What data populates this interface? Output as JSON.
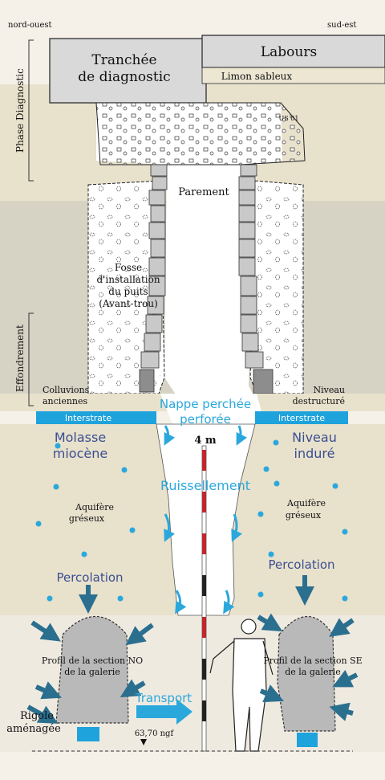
{
  "orientation": {
    "left": "nord-ouest",
    "right": "sud-est"
  },
  "phases": {
    "diagnostic": "Phase Diagnostic",
    "effondrement": "Effondrement"
  },
  "labels": {
    "tranchee_1": "Tranchée",
    "tranchee_2": "de diagnostic",
    "labours": "Labours",
    "limon": "Limon sableux",
    "us01": "US 01",
    "parement": "Parement",
    "fosse_1": "Fosse",
    "fosse_2": "d'installation",
    "fosse_3": "du puits",
    "fosse_4": "(Avant-trou)",
    "colluvions_1": "Colluvions",
    "colluvions_2": "anciennes",
    "niveau_destr_1": "Niveau",
    "niveau_destr_2": "destructuré",
    "interstrate_left": "Interstrate",
    "interstrate_right": "Interstrate",
    "nappe_1": "Nappe perchée",
    "nappe_2": "perforée",
    "scale": "4 m",
    "molasse_1": "Molasse",
    "molasse_2": "miocène",
    "niveau_indure_1": "Niveau",
    "niveau_indure_2": "induré",
    "ruissellement": "Ruissellement",
    "aquifere_l1": "Aquifère",
    "aquifere_l2": "gréseux",
    "aquifere_r1": "Aquifère",
    "aquifere_r2": "gréseux",
    "percolation_left": "Percolation",
    "percolation_right": "Percolation",
    "profil_no_1": "Profil de la section NO",
    "profil_no_2": "de la galerie",
    "profil_se_1": "Profil de la section SE",
    "profil_se_2": "de la galerie",
    "transport": "Transport",
    "rigole_1": "Rigole",
    "rigole_2": "aménagée",
    "altitude": "63,70 ngf"
  },
  "colors": {
    "background": "#f5f0e8",
    "layer_beige": "#e8e1cc",
    "layer_grey": "#d6d2c4",
    "fill_white": "#ffffff",
    "interstrate": "#1fa3dc",
    "water_blue": "#2aa8dc",
    "arrow_teal": "#2b6f8f",
    "label_navy": "#3b4f92",
    "scale_red": "#c0262c",
    "galerie_grey": "#b9b9b9"
  }
}
